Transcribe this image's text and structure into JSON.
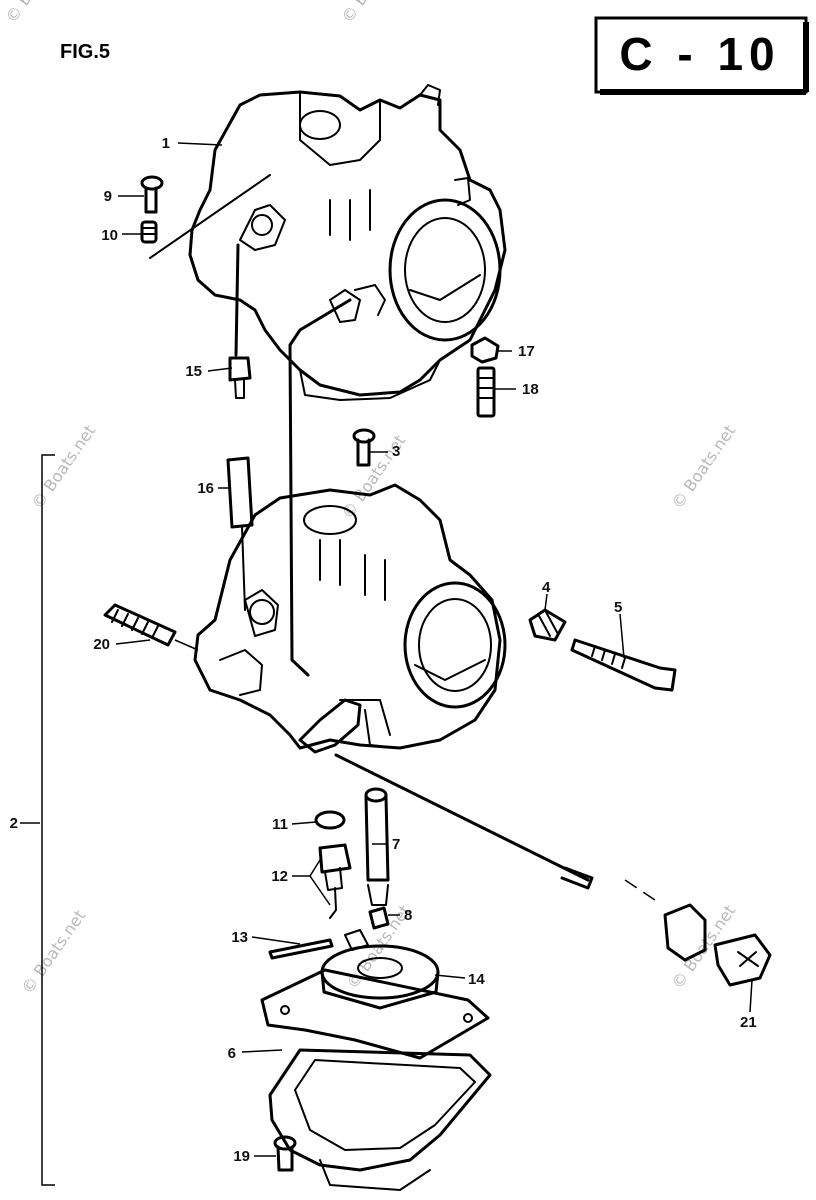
{
  "figure": {
    "label": "FIG.5",
    "plate_code": "C - 10"
  },
  "watermark": {
    "text": "© Boats.net"
  },
  "callouts": [
    {
      "id": "1",
      "label": "1"
    },
    {
      "id": "2",
      "label": "2"
    },
    {
      "id": "3",
      "label": "3"
    },
    {
      "id": "4",
      "label": "4"
    },
    {
      "id": "5",
      "label": "5"
    },
    {
      "id": "6",
      "label": "6"
    },
    {
      "id": "7",
      "label": "7"
    },
    {
      "id": "8",
      "label": "8"
    },
    {
      "id": "9",
      "label": "9"
    },
    {
      "id": "10",
      "label": "10"
    },
    {
      "id": "11",
      "label": "11"
    },
    {
      "id": "12",
      "label": "12"
    },
    {
      "id": "13",
      "label": "13"
    },
    {
      "id": "14",
      "label": "14"
    },
    {
      "id": "15",
      "label": "15"
    },
    {
      "id": "16",
      "label": "16"
    },
    {
      "id": "17",
      "label": "17"
    },
    {
      "id": "18",
      "label": "18"
    },
    {
      "id": "19",
      "label": "19"
    },
    {
      "id": "20",
      "label": "20"
    },
    {
      "id": "21",
      "label": "21"
    }
  ]
}
